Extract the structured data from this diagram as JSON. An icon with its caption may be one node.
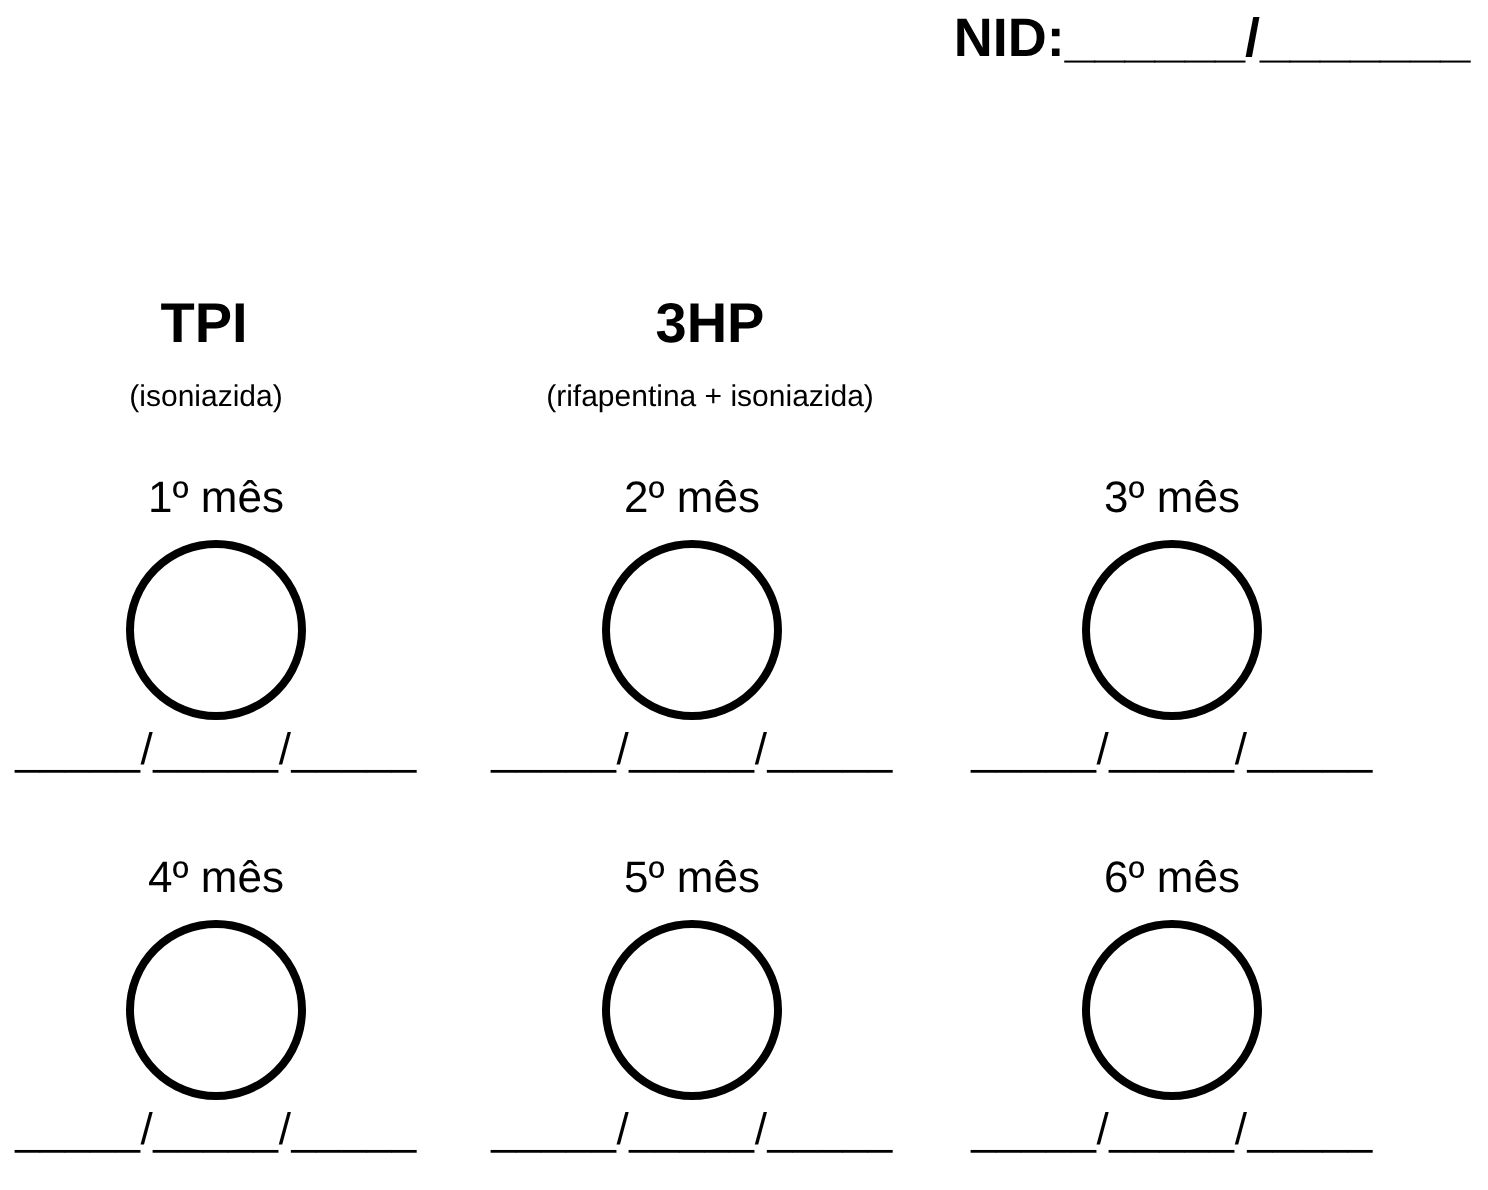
{
  "diagram": {
    "nodes": [
      {
        "text": [
          "1º mês"
        ],
        "beside": [
          "_____/_____/_____"
        ]
      },
      {
        "text": [
          "2º mês"
        ],
        "beside": [
          "_____/_____/_____"
        ]
      },
      {
        "text": [
          "3º mês"
        ],
        "beside": [
          "_____/_____/_____"
        ]
      },
      {
        "text": [
          "4º mês"
        ],
        "beside": [
          "_____/_____/_____"
        ]
      },
      {
        "text": [
          "5º mês"
        ],
        "beside": [
          "_____/_____/_____"
        ]
      },
      {
        "text": [
          "6º mês"
        ],
        "beside": [
          "_____/_____/_____"
        ]
      }
    ],
    "edges": [],
    "labels": [
      "NID:______/_______",
      "TPI",
      "(isoniazida)",
      "3HP",
      "(rifapentina + isoniazida)"
    ]
  }
}
